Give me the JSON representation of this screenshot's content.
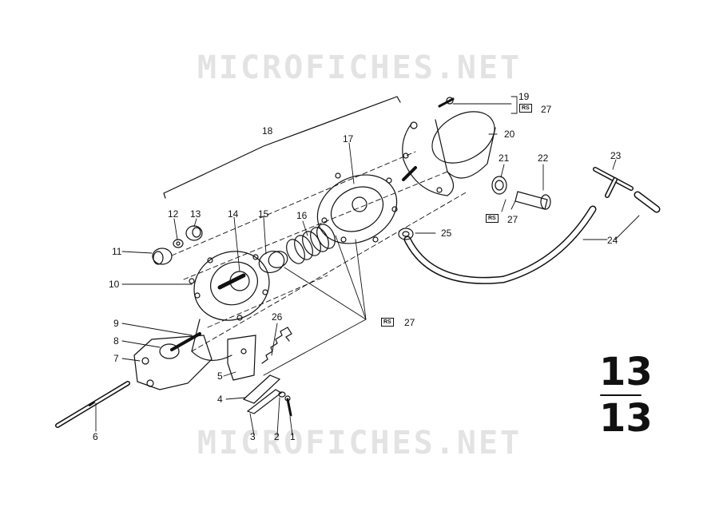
{
  "watermark": {
    "top": "MICROFICHES.NET",
    "bottom": "MICROFICHES.NET"
  },
  "section": {
    "numerator": "13",
    "denominator": "13"
  },
  "tag_text": "RS",
  "callouts": {
    "c1": "1",
    "c2": "2",
    "c3": "3",
    "c4": "4",
    "c5": "5",
    "c6": "6",
    "c7": "7",
    "c8": "8",
    "c9": "9",
    "c10": "10",
    "c11": "11",
    "c12": "12",
    "c13": "13",
    "c14": "14",
    "c15": "15",
    "c16": "16",
    "c17": "17",
    "c18": "18",
    "c19": "19",
    "c20": "20",
    "c21": "21",
    "c22": "22",
    "c23": "23",
    "c24": "24",
    "c25": "25",
    "c26": "26",
    "c27a": "27",
    "c27b": "27",
    "c27c": "27"
  }
}
